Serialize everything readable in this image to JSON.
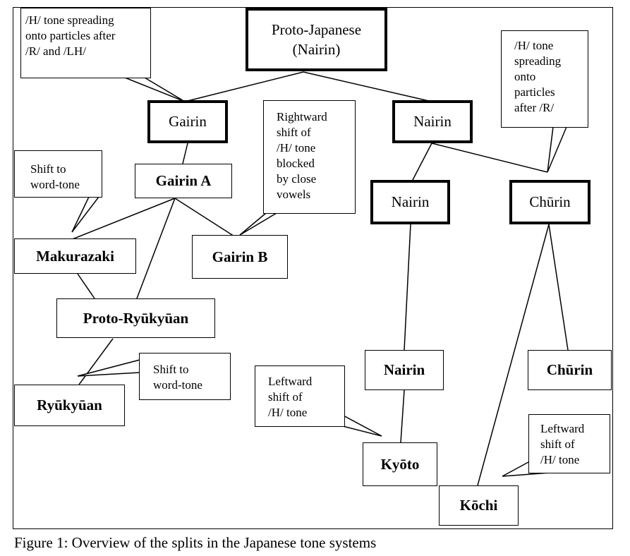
{
  "nodes": {
    "proto_japanese": "Proto-Japanese\n(Nairin)",
    "gairin": "Gairin",
    "nairin_top": "Nairin",
    "gairin_a": "Gairin A",
    "gairin_b": "Gairin B",
    "makurazaki": "Makurazaki",
    "proto_ryukyuan": "Proto-Ryūkyūan",
    "ryukyuan": "Ryūkyūan",
    "nairin_mid": "Nairin",
    "churin_mid": "Chūrin",
    "nairin_low": "Nairin",
    "churin_low": "Chūrin",
    "kyoto": "Kyōto",
    "kochi": "Kōchi"
  },
  "notes": {
    "h_spreading_r_lh": "/H/ tone spreading\nonto particles after\n/R/ and /LH/",
    "h_spreading_r": "/H/ tone\nspreading\nonto\nparticles\nafter /R/",
    "rightward_shift": "Rightward\nshift of\n/H/ tone\nblocked\nby close\nvowels",
    "shift_word_tone_1": "Shift to\nword-tone",
    "shift_word_tone_2": "Shift to\nword-tone",
    "leftward_shift_1": "Leftward\nshift of\n/H/ tone",
    "leftward_shift_2": "Leftward\nshift of\n/H/ tone"
  },
  "caption": "Figure 1: Overview of the splits in the Japanese tone systems"
}
